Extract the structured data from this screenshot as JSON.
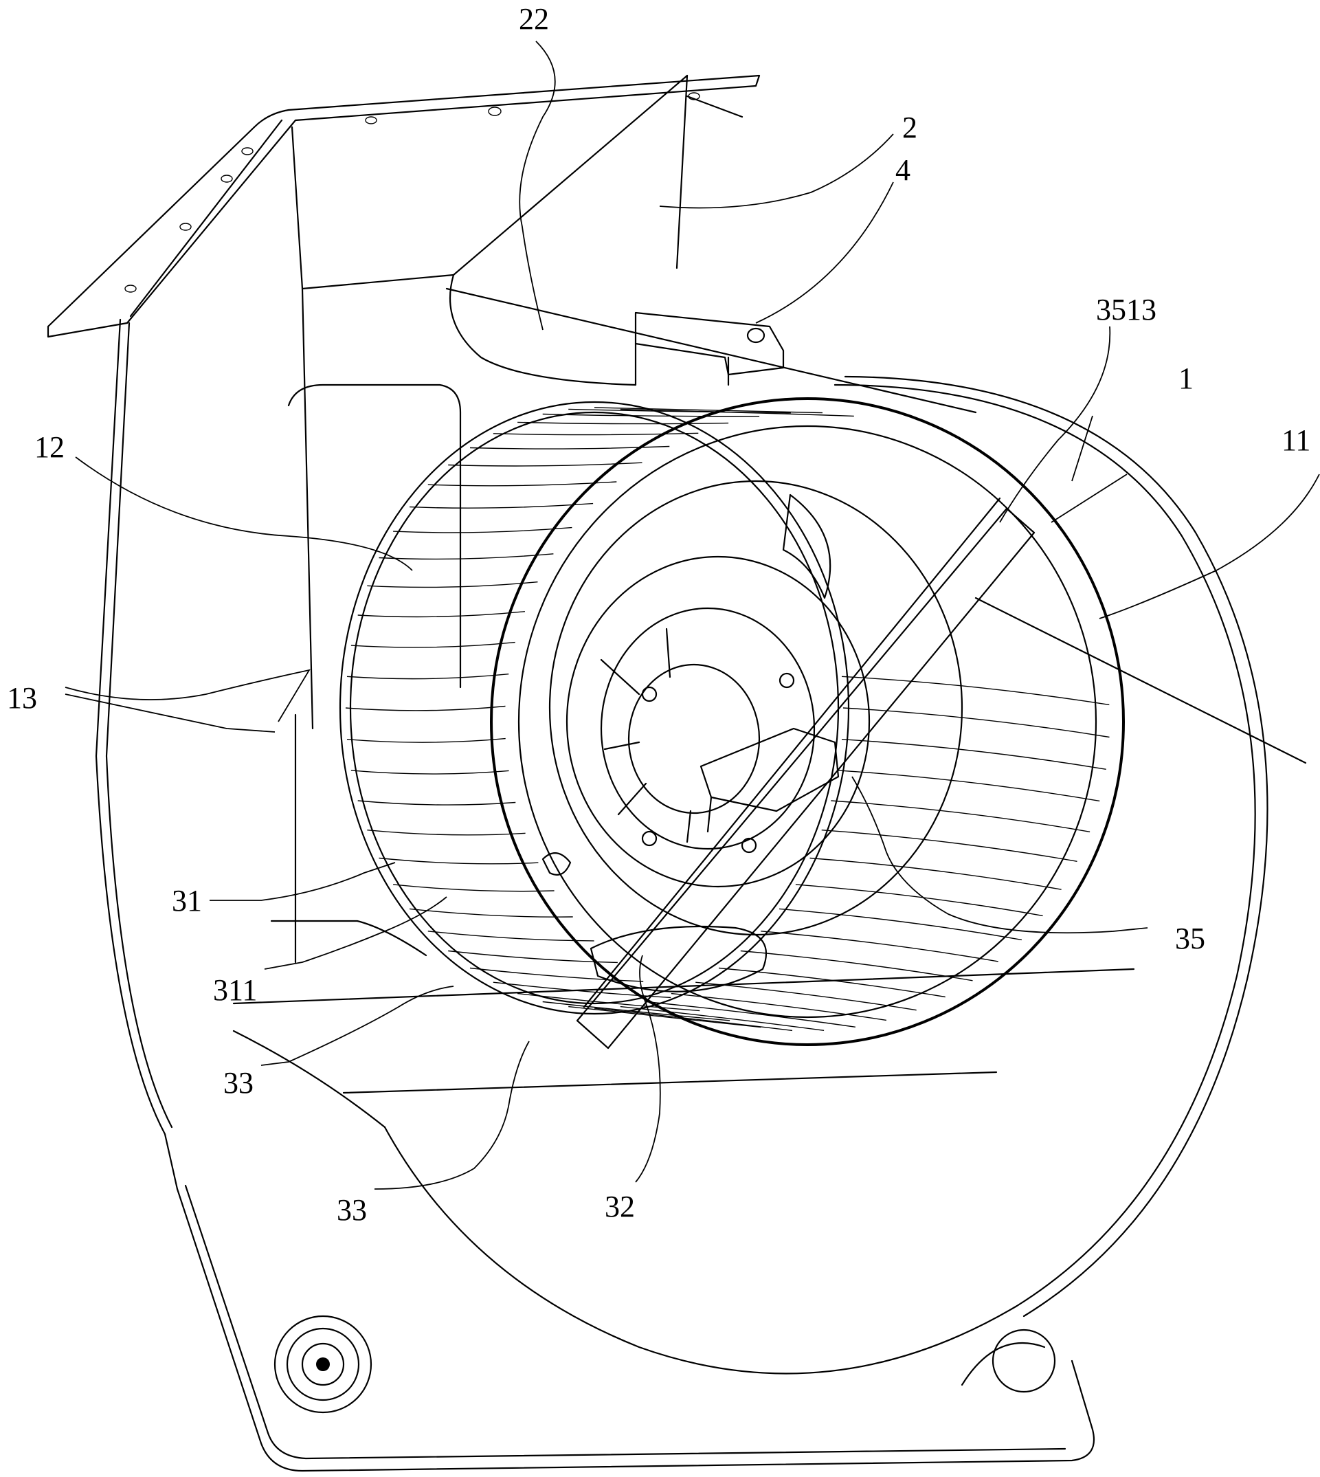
{
  "labels": {
    "l22": "22",
    "l2": "2",
    "l4": "4",
    "l3513": "3513",
    "l1": "1",
    "l11": "11",
    "l12": "12",
    "l13": "13",
    "l31": "31",
    "l311": "311",
    "l33a": "33",
    "l33b": "33",
    "l32": "32",
    "l35": "35"
  }
}
